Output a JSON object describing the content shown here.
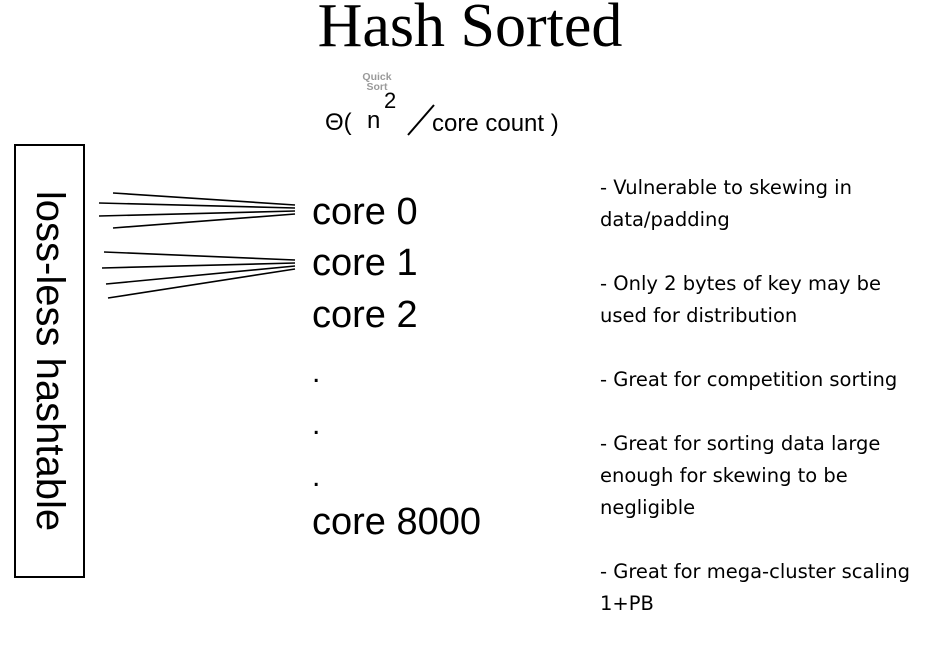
{
  "title": "Hash Sorted",
  "formula": {
    "algorithm": "Quick Sort",
    "theta": "Θ(",
    "n": "n",
    "exponent": "2",
    "divisor": "core count )"
  },
  "hashtable_label": "loss-less hashtable",
  "cores": [
    "core 0",
    "core 1",
    "core 2",
    ".",
    ".",
    ".",
    "core 8000"
  ],
  "bullets": [
    [
      "- Vulnerable to skewing in",
      "data/padding"
    ],
    [
      "- Only 2 bytes of key may be",
      "used for distribution"
    ],
    [
      "- Great for competition sorting"
    ],
    [
      "- Great for sorting data large",
      "enough for skewing to be",
      "negligible"
    ],
    [
      "- Great for mega-cluster scaling",
      "1+PB"
    ]
  ]
}
